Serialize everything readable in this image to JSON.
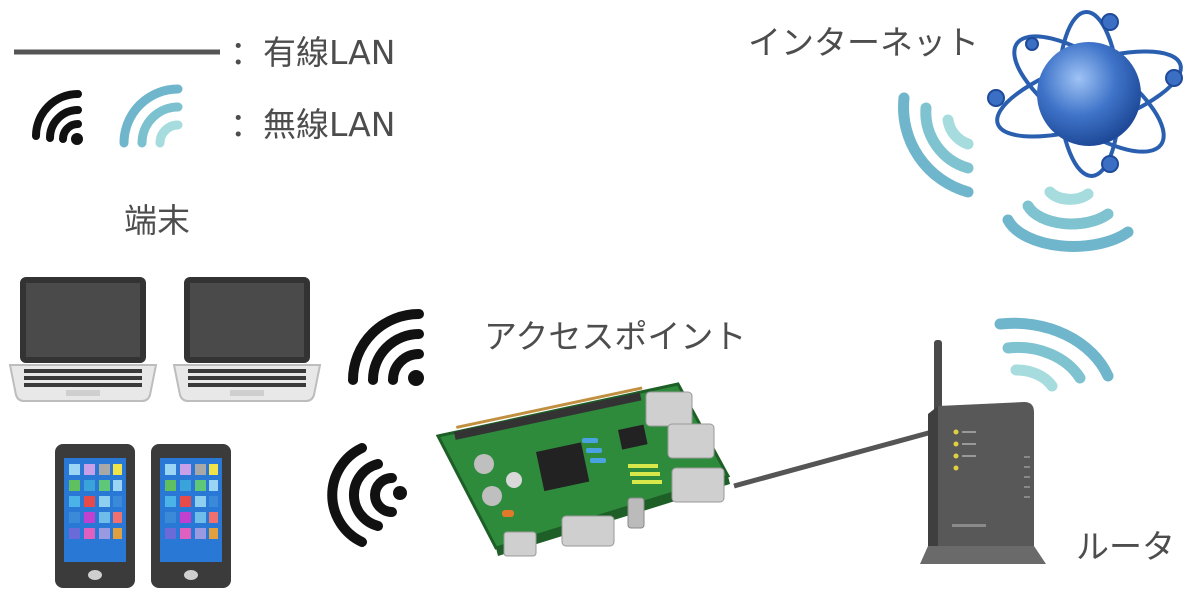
{
  "legend": {
    "wired_label": "：有線LAN",
    "wireless_label": "：無線LAN"
  },
  "labels": {
    "terminal": "端末",
    "internet": "インターネット",
    "access_point": "アクセスポイント",
    "router": "ルータ"
  },
  "colors": {
    "wired_line": "#555555",
    "wifi_dark": "#111111",
    "wifi_blue": "#6fb6cc",
    "wifi_light": "#9ed6d8",
    "globe": "#3f74c9",
    "board_green": "#2f8b3c",
    "router_body": "#555555"
  },
  "icons": [
    "wired-line-icon",
    "wifi-dark-icon",
    "wifi-blue-icon",
    "laptop-icon",
    "smartphone-icon",
    "globe-icon",
    "raspberry-pi-icon",
    "router-icon"
  ]
}
